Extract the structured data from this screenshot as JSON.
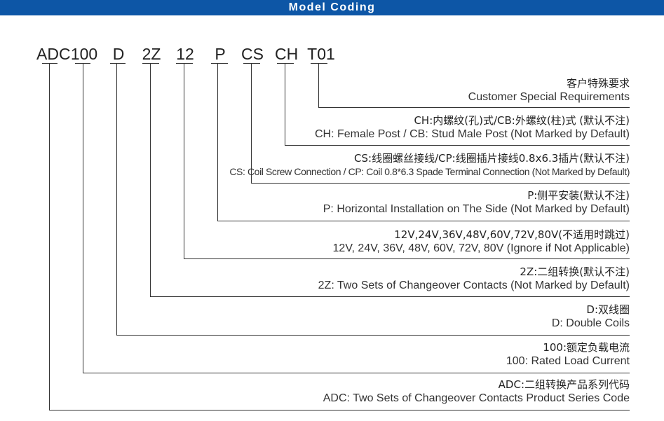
{
  "title": "Model Coding",
  "code_segments": [
    "ADC",
    "100",
    "D",
    "2Z",
    "12",
    "P",
    "CS",
    "CH",
    "T01"
  ],
  "descriptions": [
    {
      "zh": "客户特殊要求",
      "en": "Customer Special Requirements"
    },
    {
      "zh": "CH:内螺纹(孔)式/CB:外螺纹(柱)式 (默认不注)",
      "en": "CH: Female Post / CB: Stud Male Post (Not Marked by Default)"
    },
    {
      "zh": "CS:线圈螺丝接线/CP:线圈插片接线0.8x6.3插片(默认不注)",
      "en": "CS: Coil Screw Connection / CP: Coil 0.8*6.3 Spade Terminal Connection (Not Marked by Default)"
    },
    {
      "zh": "P:侧平安装(默认不注)",
      "en": "P: Horizontal Installation on The Side (Not Marked by Default)"
    },
    {
      "zh": "12V,24V,36V,48V,60V,72V,80V(不适用时跳过)",
      "en": "12V, 24V, 36V, 48V, 60V, 72V, 80V (Ignore if Not Applicable)"
    },
    {
      "zh": "2Z:二组转换(默认不注)",
      "en": "2Z: Two Sets of Changeover Contacts (Not Marked by Default)"
    },
    {
      "zh": "D:双线圈",
      "en": "D: Double Coils"
    },
    {
      "zh": "100:额定负载电流",
      "en": "100: Rated Load Current"
    },
    {
      "zh": "ADC:二组转换产品系列代码",
      "en": "ADC: Two Sets of Changeover Contacts Product Series Code"
    }
  ]
}
